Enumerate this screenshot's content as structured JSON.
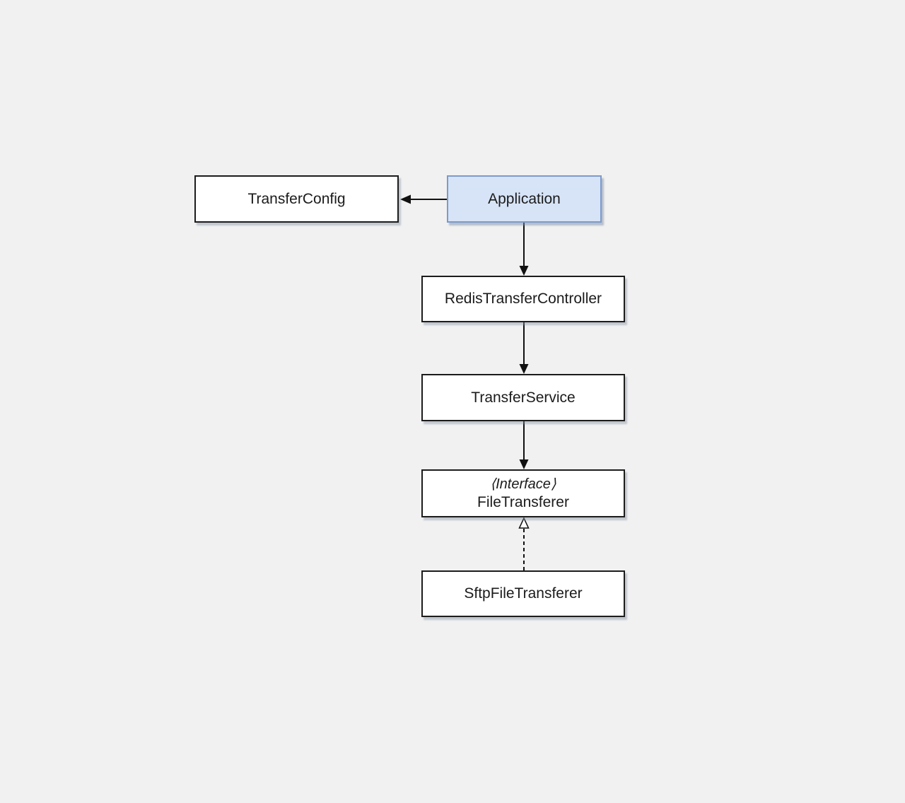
{
  "canvas": {
    "background": "#f1f1f1"
  },
  "diagram": {
    "type": "uml-dependency-diagram",
    "nodes": [
      {
        "id": "transfer-config",
        "label": "TransferConfig",
        "highlighted": false
      },
      {
        "id": "application",
        "label": "Application",
        "highlighted": true
      },
      {
        "id": "redis-transfer-controller",
        "label": "RedisTransferController",
        "highlighted": false
      },
      {
        "id": "transfer-service",
        "label": "TransferService",
        "highlighted": false
      },
      {
        "id": "file-transferer",
        "stereotype": "⟨Interface⟩",
        "label": "FileTransferer",
        "highlighted": false
      },
      {
        "id": "sftp-file-transferer",
        "label": "SftpFileTransferer",
        "highlighted": false
      }
    ],
    "edges": [
      {
        "from": "application",
        "to": "transfer-config",
        "style": "solid",
        "arrowhead": "filled"
      },
      {
        "from": "application",
        "to": "redis-transfer-controller",
        "style": "solid",
        "arrowhead": "filled"
      },
      {
        "from": "redis-transfer-controller",
        "to": "transfer-service",
        "style": "solid",
        "arrowhead": "filled"
      },
      {
        "from": "transfer-service",
        "to": "file-transferer",
        "style": "solid",
        "arrowhead": "filled"
      },
      {
        "from": "sftp-file-transferer",
        "to": "file-transferer",
        "style": "dashed",
        "arrowhead": "hollow-triangle"
      }
    ],
    "colors": {
      "background": "#f1f1f1",
      "node_fill": "#ffffff",
      "node_border": "#1c1c1c",
      "highlight_fill": "#d7e4f7",
      "highlight_border": "#7d9ac9",
      "line": "#111111",
      "text": "#1b1b1b"
    }
  }
}
